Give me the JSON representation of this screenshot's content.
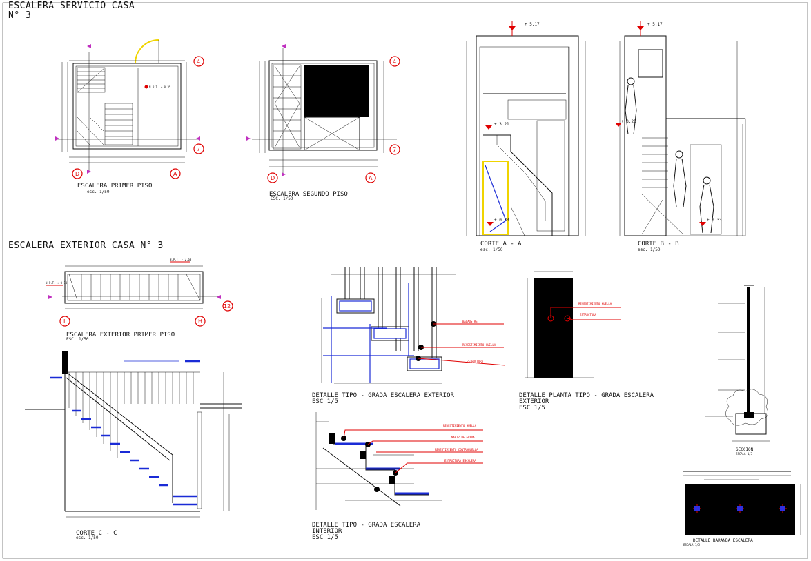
{
  "sheet": {
    "title_line1": "ESCALERA SERVICIO CASA",
    "title_line2": "N° 3",
    "section2_title": "ESCALERA EXTERIOR CASA N° 3"
  },
  "plans": {
    "primer_piso": {
      "title": "ESCALERA PRIMER PISO",
      "scale": "esc. 1/50",
      "level": "N.P.T. + 0.35",
      "axes": [
        "4",
        "7",
        "D",
        "A"
      ]
    },
    "segundo_piso": {
      "title": "ESCALERA SEGUNDO PISO",
      "scale": "ESC. 1/50",
      "axes": [
        "4",
        "7",
        "D",
        "A"
      ]
    },
    "exterior_primer_piso": {
      "title": "ESCALERA EXTERIOR PRIMER PISO",
      "scale": "ESC. 1/50",
      "axes": [
        "12",
        "I",
        "H"
      ],
      "level_top": "N.P.T. - 2.60",
      "level_left": "N.P.T. + 0.10"
    }
  },
  "sections": {
    "corte_aa": {
      "title": "CORTE  A - A",
      "scale": "esc. 1/50",
      "level_top": "+ 5.17",
      "level_mid": "+ 3.21",
      "level_bottom": "+ 0.33"
    },
    "corte_bb": {
      "title": "CORTE  B - B",
      "scale": "esc. 1/50",
      "level_top": "+ 5.17",
      "level_mid": "+ 3.21",
      "level_bottom": "+ 0.33"
    },
    "corte_cc": {
      "title": "CORTE  C - C",
      "scale": "esc. 1/50"
    }
  },
  "details": {
    "grada_exterior": {
      "title": "DETALLE TIPO - GRADA ESCALERA EXTERIOR",
      "scale": "ESC 1/5",
      "notes": [
        "BALAUSTRE",
        "REVESTIMIENTO HUELLA",
        "ESTRUCTURA"
      ]
    },
    "grada_interior": {
      "title_line1": "DETALLE TIPO - GRADA ESCALERA",
      "title_line2": "INTERIOR",
      "scale": "ESC 1/5",
      "notes": [
        "REVESTIMIENTO HUELLA",
        "NARIZ DE GRADA",
        "REVESTIMIENTO CONTRAHUELLA",
        "ESTRUCTURA ESCALERA"
      ]
    },
    "planta_tipo": {
      "title_line1": "DETALLE PLANTA TIPO - GRADA ESCALERA",
      "title_line2": "EXTERIOR",
      "scale": "ESC 1/5",
      "notes": [
        "REVESTIMIENTO HUELLA",
        "ESTRUCTURA"
      ]
    },
    "seccion": {
      "title": "SECCION",
      "scale": "ESCALA 1/5"
    },
    "baranda": {
      "title": "DETALLE BARANDA ESCALERA",
      "scale": "ESCALA 1/5"
    }
  },
  "colors": {
    "accent_red": "#e00000",
    "accent_blue": "#1a2bd6",
    "accent_yellow": "#f0d400",
    "accent_magenta": "#c030c0"
  }
}
